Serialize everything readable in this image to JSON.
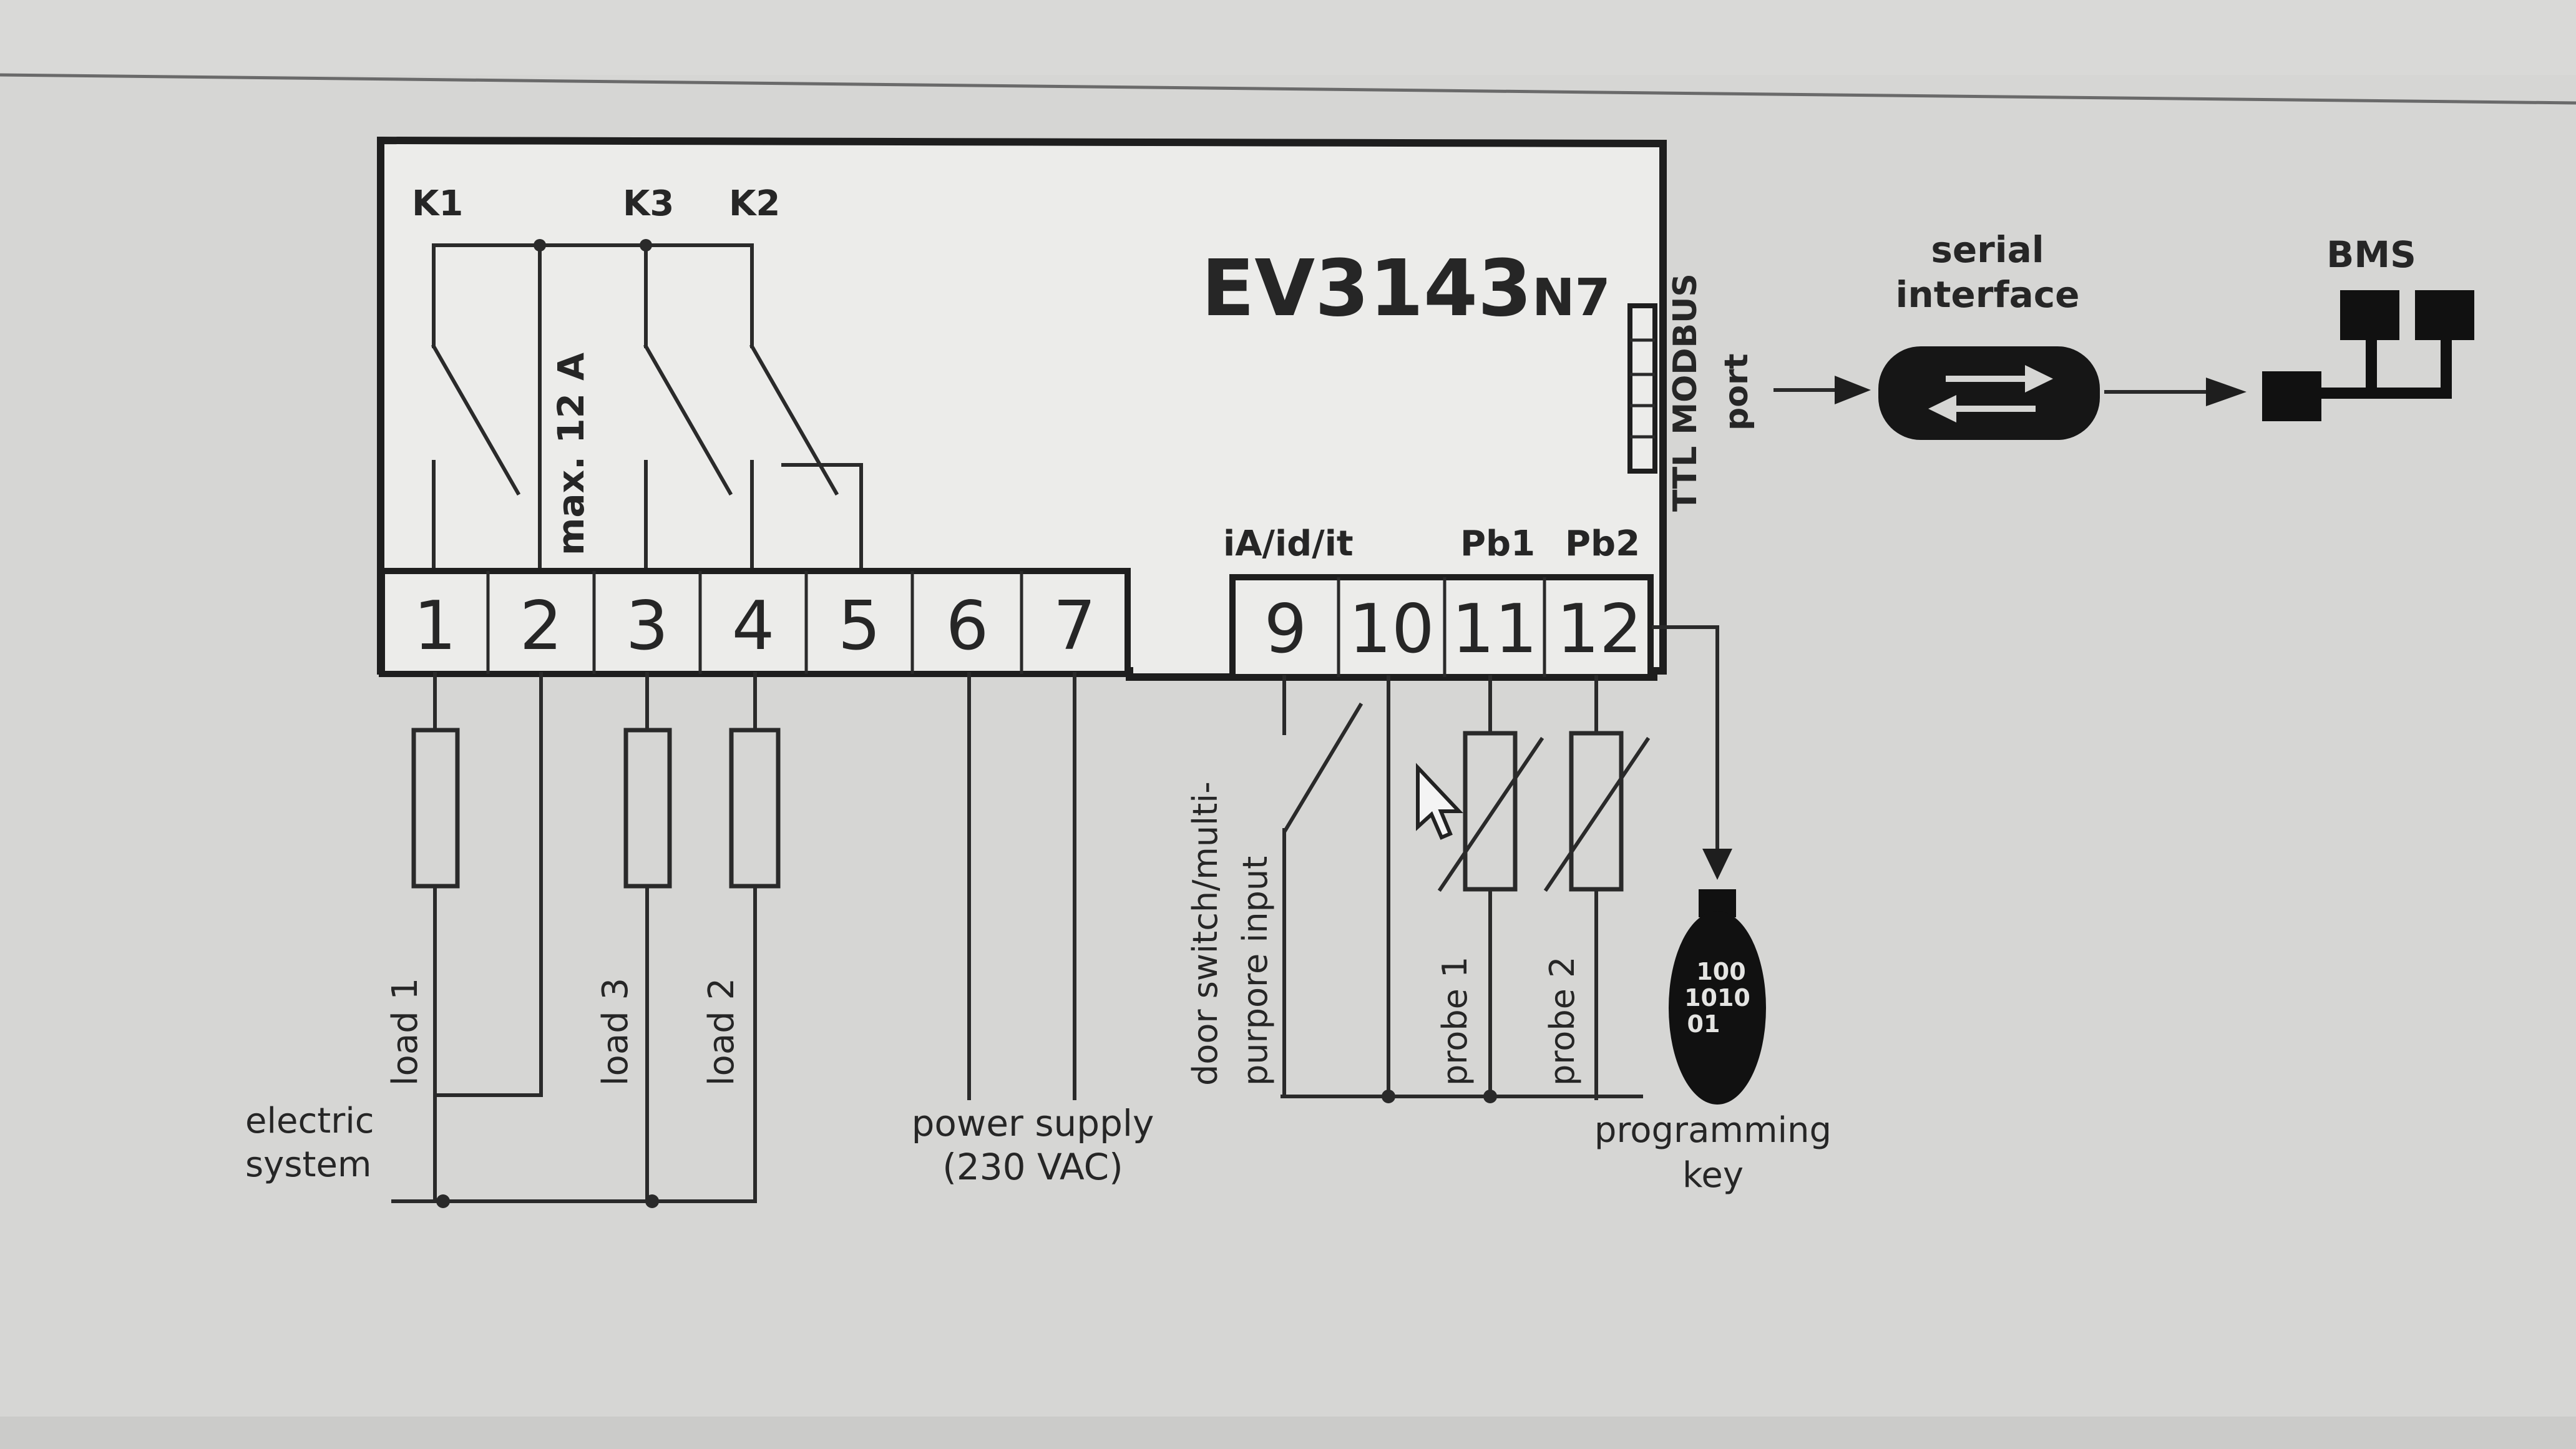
{
  "model": {
    "main": "EV3143",
    "suffix": "N7"
  },
  "relays": [
    "K1",
    "K3",
    "K2"
  ],
  "max_current": "max. 12 A",
  "terminals": [
    "1",
    "2",
    "3",
    "4",
    "5",
    "6",
    "7",
    "9",
    "10",
    "11",
    "12"
  ],
  "terminal_group_labels": {
    "input": "iA/id/it",
    "probe1": "Pb1",
    "probe2": "Pb2"
  },
  "port_label": {
    "line1": "TTL MODBUS",
    "line2": "port"
  },
  "serial_interface": {
    "line1": "serial",
    "line2": "interface"
  },
  "bms": "BMS",
  "loads": [
    "load 1",
    "load 3",
    "load 2"
  ],
  "electric_system": {
    "line1": "electric",
    "line2": "system"
  },
  "power_supply": {
    "line1": "power supply",
    "line2": "(230 VAC)"
  },
  "door_switch": {
    "line1": "door switch/multi-",
    "line2": "purpore input"
  },
  "probes": [
    "probe 1",
    "probe 2"
  ],
  "programming_key": {
    "line1": "programming",
    "line2": "key",
    "binary": [
      "100",
      "1010",
      "01"
    ]
  },
  "colors": {
    "paper": "#d6d6d4",
    "ink": "#2a2a2a",
    "device": "#ececea"
  }
}
